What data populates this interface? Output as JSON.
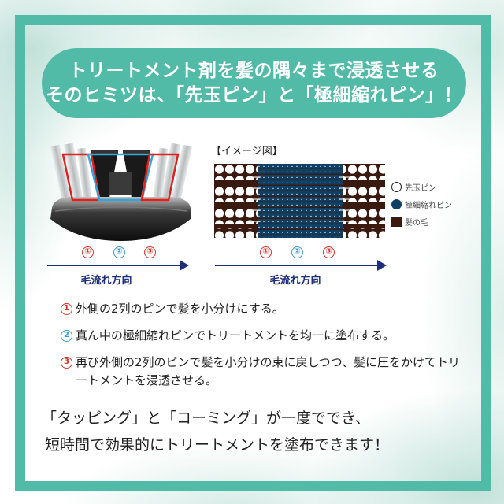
{
  "colors": {
    "teal": "#52bba7",
    "red": "#d9322b",
    "blue": "#3a9bd5",
    "navy_arrow": "#1e2f7a",
    "pin_navy": "#0f3f62",
    "hair_brown": "#3a1a0e"
  },
  "header": {
    "line1": "トリートメント剤を髪の隅々まで浸透させる",
    "line2": "そのヒミツは、「先玉ピン」と「極細縮れピン」！"
  },
  "brush_diagram": {
    "numbers": [
      "①",
      "②",
      "③"
    ],
    "flow_label": "毛流れ方向"
  },
  "image_diagram": {
    "title": "【イメージ図】",
    "numbers": [
      "①",
      "②",
      "③"
    ],
    "flow_label": "毛流れ方向",
    "legend": [
      {
        "icon": "white-circle",
        "label": "先玉ピン"
      },
      {
        "icon": "navy-circle",
        "label": "極細縮れピン"
      },
      {
        "icon": "brown-square",
        "label": "髪の毛"
      }
    ]
  },
  "steps": [
    {
      "num": "1",
      "text": "外側の2列のピンで髪を小分けにする。"
    },
    {
      "num": "2",
      "text": "真ん中の極細縮れピンでトリートメントを均一に塗布する。"
    },
    {
      "num": "3",
      "text": "再び外側の2列のピンで髪を小分けの束に戻しつつ、髪に圧をかけてトリートメントを浸透させる。"
    }
  ],
  "closing": {
    "line1": "「タッピング」と「コーミング」が一度ででき、",
    "line2": "短時間で効果的にトリートメントを塗布できます！"
  }
}
